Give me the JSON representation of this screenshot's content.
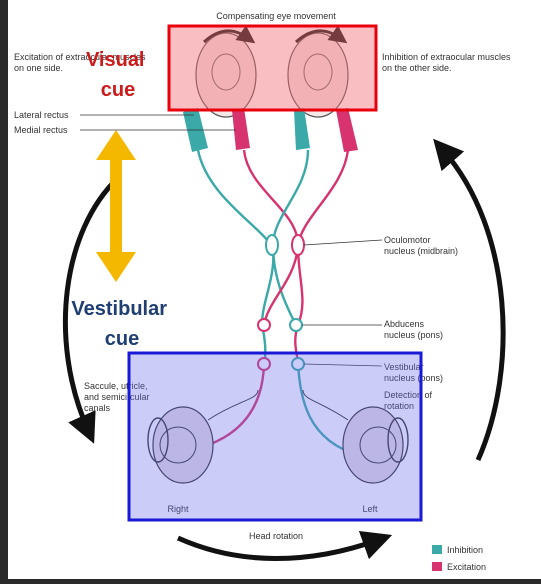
{
  "title": "Compensating eye movement",
  "left_note": [
    "Excitation of extraocular muscles",
    "on one side."
  ],
  "right_note": [
    "Inhibition of extraocular muscles",
    "on the other side."
  ],
  "muscles": {
    "lateral": "Lateral rectus",
    "medial": "Medial rectus"
  },
  "oculomotor": [
    "Oculomotor",
    "nucleus (midbrain)"
  ],
  "abducens": [
    "Abducens",
    "nucleus (pons)"
  ],
  "vestibular_nucleus": [
    "Vestibular",
    "nucleus (pons)"
  ],
  "detection": [
    "Detection of",
    "rotation"
  ],
  "canals": [
    "Saccule, utricle,",
    "and semicircular",
    "canals"
  ],
  "sides": {
    "right": "Right",
    "left": "Left"
  },
  "bottom_label": "Head rotation",
  "legend": [
    {
      "label": "Inhibition",
      "color": "#3aa9a8"
    },
    {
      "label": "Excitation",
      "color": "#d6336f"
    }
  ],
  "overlays": {
    "visual_cue": [
      "Visual",
      "cue"
    ],
    "vestibular_cue": [
      "Vestibular",
      "cue"
    ],
    "visual_color": "#cc1b1b",
    "vestibular_color": "#1f3f73",
    "visual_box_color": "#e8000d",
    "vestibular_box_color": "#1919d6",
    "arrow_color": "#f5b800"
  }
}
